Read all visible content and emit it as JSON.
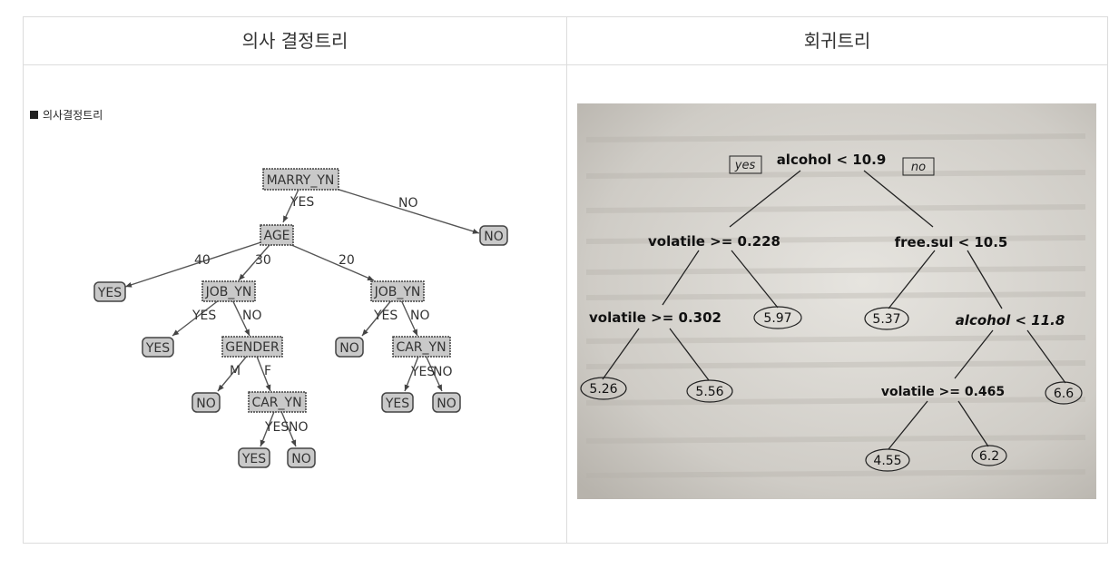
{
  "headers": {
    "left": "의사 결정트리",
    "right": "회귀트리"
  },
  "decision_tree": {
    "caption": "의사결정트리",
    "nodes": {
      "root": "MARRY_YN",
      "no_top": "NO",
      "age": "AGE",
      "yes_40": "YES",
      "job1": "JOB_YN",
      "job2": "JOB_YN",
      "yes_j1": "YES",
      "gender": "GENDER",
      "no_j2": "NO",
      "car2": "CAR_YN",
      "no_m": "NO",
      "car1": "CAR_YN",
      "yes_c2": "YES",
      "no_c2": "NO",
      "yes_c1": "YES",
      "no_c1": "NO"
    },
    "edge_labels": {
      "root_yes": "YES",
      "root_no": "NO",
      "age_40": "40",
      "age_30": "30",
      "age_20": "20",
      "job1_yes": "YES",
      "job1_no": "NO",
      "job2_yes": "YES",
      "job2_no": "NO",
      "gender_m": "M",
      "gender_f": "F",
      "car2_yes": "YES",
      "car2_no": "NO",
      "car1_yes": "YES",
      "car1_no": "NO"
    }
  },
  "regression_tree": {
    "yes_tag": "yes",
    "no_tag": "no",
    "root": "alcohol < 10.9",
    "volatile1": "volatile >= 0.228",
    "freesul": "free.sul < 10.5",
    "volatile2": "volatile >= 0.302",
    "leaf_597": "5.97",
    "leaf_537": "5.37",
    "alcohol2": "alcohol < 11.8",
    "leaf_526": "5.26",
    "leaf_556": "5.56",
    "volatile3": "volatile >= 0.465",
    "leaf_66": "6.6",
    "leaf_455": "4.55",
    "leaf_62": "6.2"
  }
}
